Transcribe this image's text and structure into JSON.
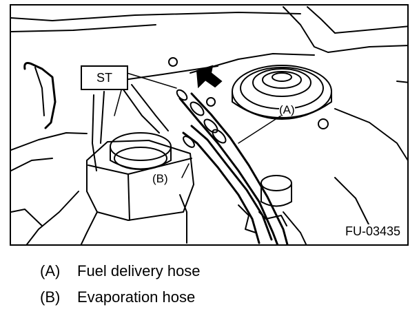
{
  "figure": {
    "st_label": "ST",
    "callout_a": "(A)",
    "callout_b": "(B)",
    "figure_code": "FU-03435"
  },
  "legend": [
    {
      "letter": "(A)",
      "text": "Fuel delivery hose"
    },
    {
      "letter": "(B)",
      "text": "Evaporation hose"
    }
  ]
}
